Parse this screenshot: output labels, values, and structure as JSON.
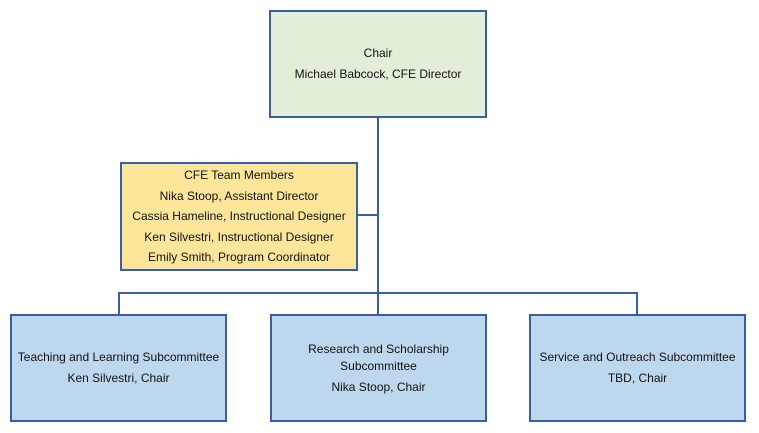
{
  "chair": {
    "title": "Chair",
    "name": "Michael Babcock, CFE Director"
  },
  "team": {
    "title": "CFE Team Members",
    "members": [
      "Nika Stoop, Assistant Director",
      "Cassia Hameline, Instructional Designer",
      "Ken Silvestri, Instructional Designer",
      "Emily Smith, Program Coordinator"
    ]
  },
  "subcommittees": [
    {
      "name": "Teaching and Learning Subcommittee",
      "chair": "Ken Silvestri, Chair"
    },
    {
      "name_line1": "Research and Scholarship",
      "name_line2": "Subcommittee",
      "chair": "Nika Stoop, Chair"
    },
    {
      "name": "Service and Outreach Subcommittee",
      "chair": "TBD, Chair"
    }
  ],
  "colors": {
    "border": "#3a5ea3",
    "chair_fill": "#e3eed8",
    "team_fill": "#fde59a",
    "subcommittee_fill": "#bdd7ee"
  }
}
